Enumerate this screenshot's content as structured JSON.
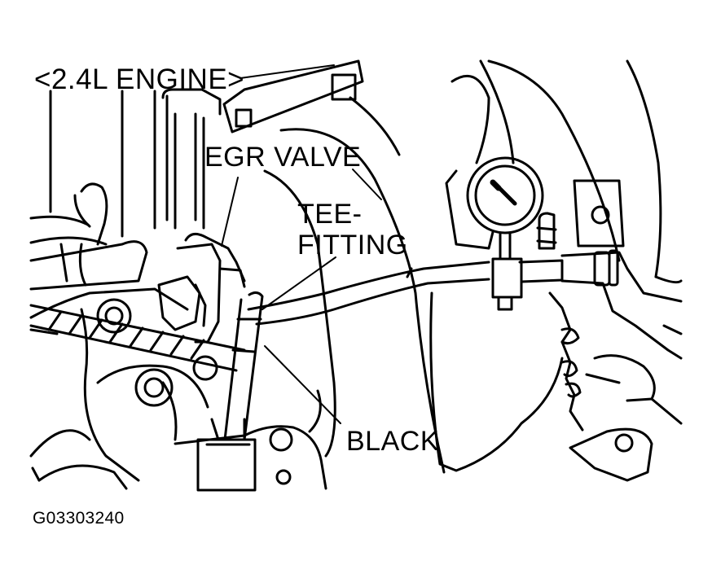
{
  "labels": {
    "engine": "<2.4L ENGINE>",
    "egr_valve": "EGR VALVE",
    "tee_line1": "TEE-",
    "tee_line2": "FITTING",
    "black": "BLACK",
    "figure_code": "G03303240"
  },
  "colors": {
    "ink": "#000000",
    "paper": "#ffffff"
  }
}
